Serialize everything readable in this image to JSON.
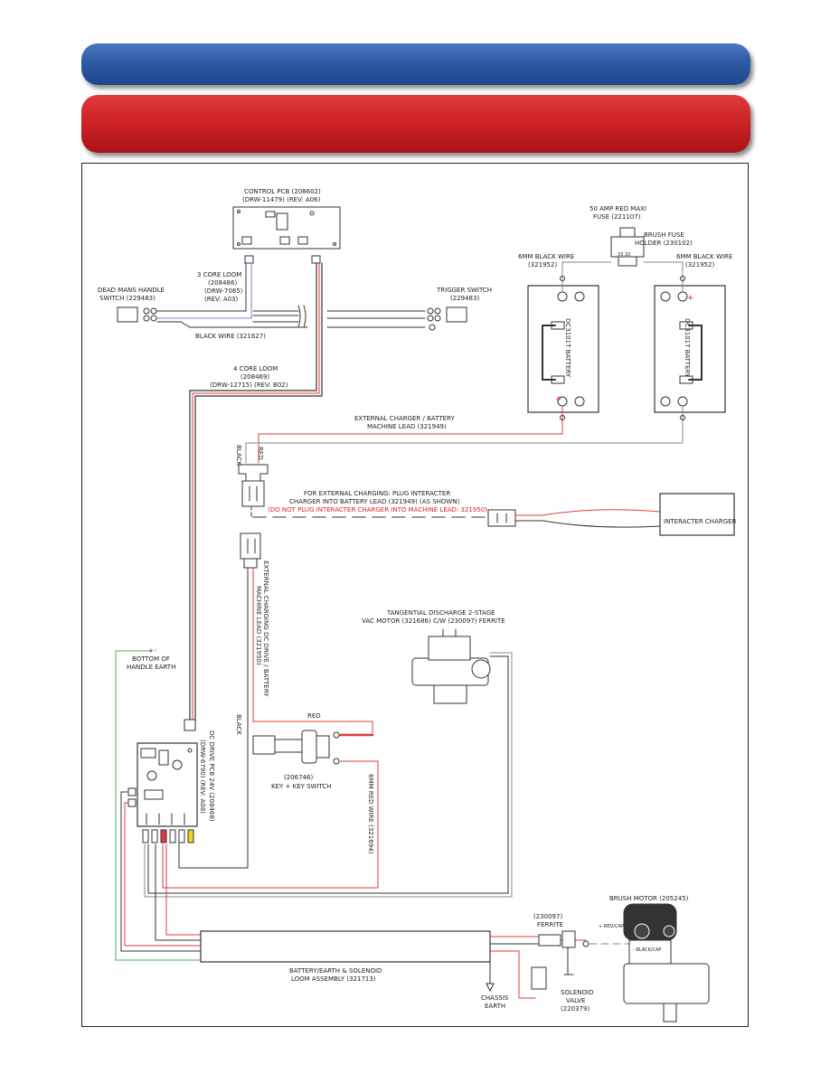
{
  "labels": {
    "control_pcb": "CONTROL PCB (208602)",
    "control_pcb_drw": "(DRW-11479) (REV: A06)",
    "fuse_1": "50 AMP RED MAXI",
    "fuse_2": "FUSE (221107)",
    "brush_fuse_1": "BRUSH FUSE",
    "brush_fuse_2": "HOLDER (230102)",
    "wire_6mm_left_1": "6MM BLACK WIRE",
    "wire_6mm_left_2": "(321952)",
    "wire_6mm_right_1": "6MM BLACK WIRE",
    "wire_6mm_right_2": "(321952)",
    "fuse_rating": "33.32",
    "dead_mans_1": "DEAD MANS HANDLE",
    "dead_mans_2": "SWITCH (229483)",
    "loom3_1": "3 CORE LOOM",
    "loom3_2": "(208486)",
    "loom3_3": "(DRW-7085)",
    "loom3_4": "(REV: A03)",
    "trigger_switch": "TRIGGER SWITCH",
    "trigger_switch_id": "(229483)",
    "black_wire": "BLACK WIRE (321627)",
    "loom4_1": "4 CORE LOOM",
    "loom4_2": "(208469)",
    "loom4_3": "(DRW-12715) (REV: B02)",
    "battery_left": "DC3101T BATTERY",
    "battery_right": "DC3101T BATTERY",
    "ext_charger_1": "EXTERNAL CHARGER / BATTERY",
    "ext_charger_2": "MACHINE LEAD (321949)",
    "black": "BLACK",
    "red": "RED",
    "ext_charging_note_1": "FOR EXTERNAL CHARGING: PLUG INTERACTER",
    "ext_charging_note_2": "CHARGER INTO BATTERY LEAD (321949) (AS SHOWN)",
    "ext_charging_warning": "(DO NOT PLUG INTERACTER CHARGER INTO MACHINE LEAD: 321950)",
    "interacter_charger": "INTERACTER CHARGER",
    "ext_charging_lead_1": "EXTERNAL CHARGING DC DRIVE / BATTERY",
    "ext_charging_lead_2": "MACHINE LEAD (321950)",
    "vac_motor_1": "TANGENTIAL DISCHARGE 2-STAGE",
    "vac_motor_2": "VAC MOTOR (321686) C/W (230097) FERRITE",
    "bottom_handle_1": "BOTTOM OF",
    "bottom_handle_2": "HANDLE EARTH",
    "dc_drive_1": "DC DRIVE PCB 24V (208468)",
    "dc_drive_2": "(DRW-6790) (REV: A08)",
    "red_top": "RED",
    "black_vertical": "BLACK",
    "key_switch_id": "(206746)",
    "key_switch": "KEY + KEY SWITCH",
    "red_wire_6mm": "6MM RED WIRE (321694)",
    "brush_motor": "BRUSH MOTOR (205245)",
    "ferrite_id": "(230097)",
    "ferrite": "FERRITE",
    "red_cap": "+ RED/CAP",
    "black_cap": "- BLACK/CAP",
    "loom_assembly_1": "BATTERY/EARTH & SOLENOID",
    "loom_assembly_2": "LOOM ASSEMBLY (321713)",
    "chassis_earth_1": "CHASSIS",
    "chassis_earth_2": "EARTH",
    "solenoid_1": "SOLENOID",
    "solenoid_2": "VALVE",
    "solenoid_3": "(220379)"
  },
  "colors": {
    "banner_blue": "#2a559f",
    "banner_red": "#c81f23",
    "wire_red": "#e23b3b",
    "wire_green": "#4caf50",
    "wire_black": "#333333",
    "wire_grey": "#888888"
  }
}
